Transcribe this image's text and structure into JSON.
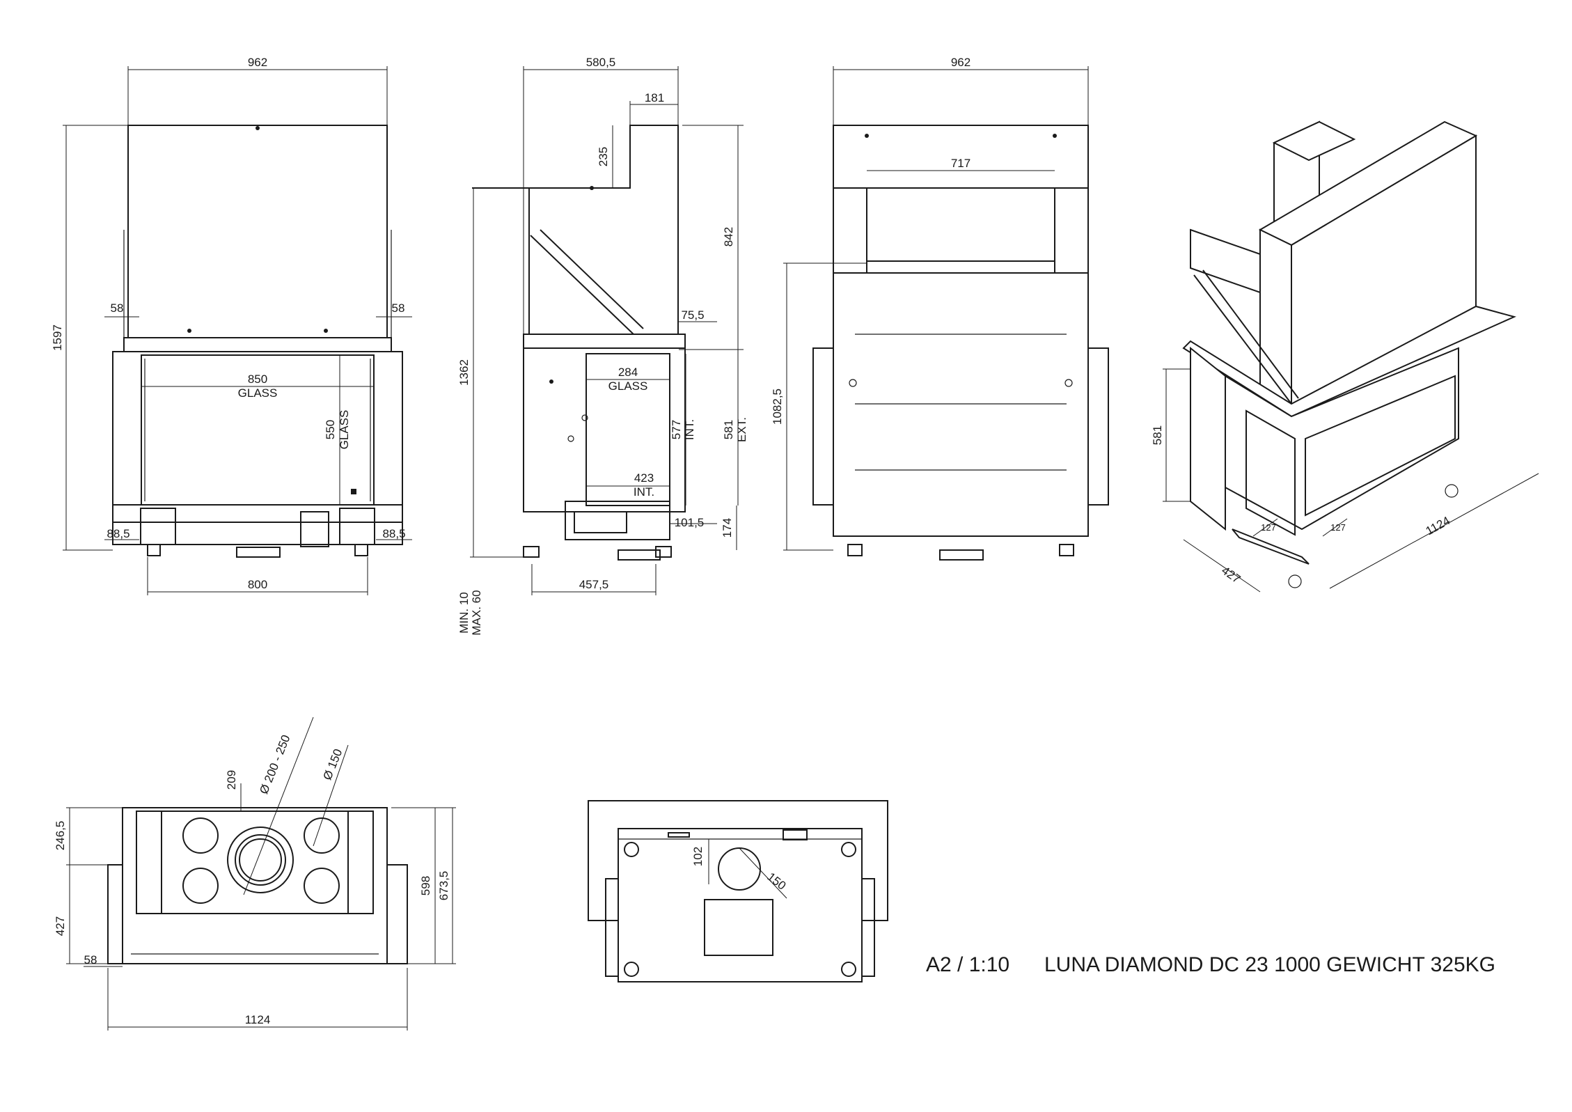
{
  "dims": {
    "front_width": "962",
    "front_height": "1597",
    "front_left_side": "58",
    "front_right_side": "58",
    "front_glass_width": "850",
    "glass_label": "GLASS",
    "front_glass_height": "550",
    "front_base_left": "88,5",
    "front_base_right": "88,5",
    "front_feet": "800",
    "side_width": "580,5",
    "side_top_offset": "181",
    "side_step": "235",
    "side_upper": "842",
    "side_height": "1362",
    "side_ledge": "75,5",
    "side_glass_width": "284",
    "side_int_height": "577",
    "int_label": "INT.",
    "side_ext_height": "581",
    "ext_label": "EXT.",
    "side_int_depth": "423",
    "side_base": "101,5",
    "side_foot_height": "174",
    "side_feet": "457,5",
    "side_min": "MIN. 10",
    "side_max": "MAX. 60",
    "back_width": "962",
    "back_inner": "717",
    "back_height": "1082,5",
    "iso_height": "581",
    "iso_length": "1124",
    "iso_depth": "427",
    "iso_leg1": "127",
    "iso_leg2": "127",
    "top_outlet": "Ø 200 - 250",
    "top_hole": "Ø 150",
    "top_offset": "209",
    "top_front": "246,5",
    "top_depth": "598",
    "top_total_depth": "673,5",
    "top_back": "427",
    "top_side": "58",
    "top_length": "1124",
    "bottom_offset": "102",
    "bottom_hole": "150"
  },
  "title": {
    "scale": "A2 / 1:10",
    "name": "LUNA DIAMOND DC 23 1000 GEWICHT 325KG"
  }
}
